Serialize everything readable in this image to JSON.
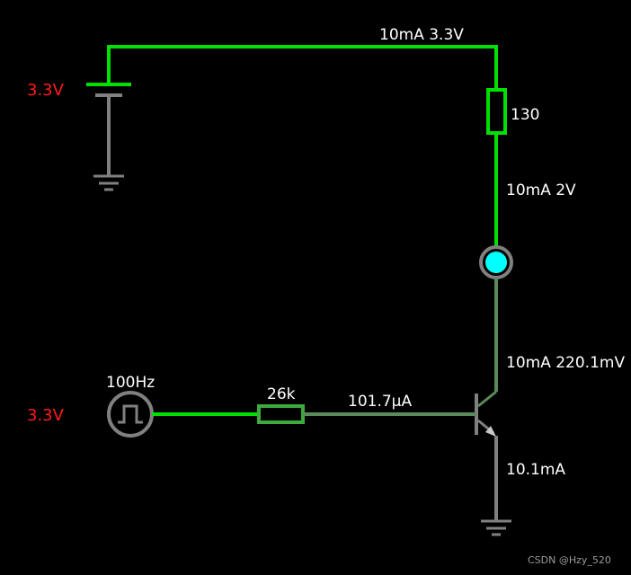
{
  "circuit": {
    "supply_voltage_label": "3.3V",
    "source_voltage_label": "3.3V",
    "top_wire_label": "10mA 3.3V",
    "resistor_top_value": "130",
    "led_wire_label": "10mA 2V",
    "collector_label": "10mA 220.1mV",
    "source_frequency_label": "100Hz",
    "resistor_base_value": "26k",
    "base_current_label": "101.7μA",
    "emitter_current_label": "10.1mA"
  },
  "watermark": "CSDN @Hzy_520",
  "colors": {
    "background": "#000000",
    "wire_high": "#00e000",
    "wire_mid": "#3caa3c",
    "wire_low": "#808080",
    "led_fill": "#00ffff",
    "voltage_text": "#ff1a1a",
    "label_text": "#ffffff"
  }
}
